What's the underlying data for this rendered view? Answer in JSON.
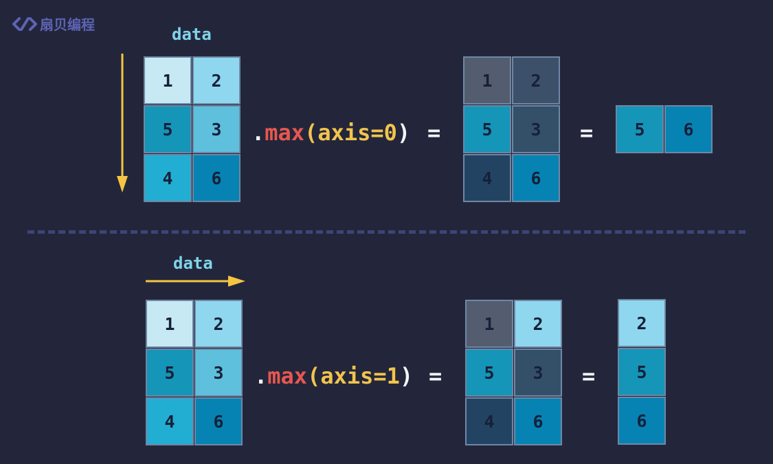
{
  "logo": {
    "text": "扇贝编程",
    "icon": "code-brackets-icon"
  },
  "colors": {
    "background": "#23263a",
    "label": "#7fd4ea",
    "arrow": "#f5c542",
    "method": "#e7574f",
    "paren": "#f2c44d",
    "divider": "#3f4477"
  },
  "top": {
    "label": "data",
    "data_grid": [
      {
        "value": "1",
        "color": "#c6e9f4"
      },
      {
        "value": "2",
        "color": "#8fd7ee"
      },
      {
        "value": "5",
        "color": "#1595b7"
      },
      {
        "value": "3",
        "color": "#5ec0dc"
      },
      {
        "value": "4",
        "color": "#22aed3"
      },
      {
        "value": "6",
        "color": "#0783b3"
      }
    ],
    "expr": {
      "dot": ".",
      "method": "max",
      "open": "(",
      "args": "axis=0",
      "close": ")"
    },
    "eq1": "=",
    "mid_grid": [
      {
        "value": "1",
        "color": "#535d6f"
      },
      {
        "value": "2",
        "color": "#3c506a"
      },
      {
        "value": "5",
        "color": "#1595b7"
      },
      {
        "value": "3",
        "color": "#345068"
      },
      {
        "value": "4",
        "color": "#224462"
      },
      {
        "value": "6",
        "color": "#0783b3"
      }
    ],
    "eq2": "=",
    "result": [
      {
        "value": "5",
        "color": "#1595b7"
      },
      {
        "value": "6",
        "color": "#0783b3"
      }
    ]
  },
  "bottom": {
    "label": "data",
    "data_grid": [
      {
        "value": "1",
        "color": "#c6e9f4"
      },
      {
        "value": "2",
        "color": "#8fd7ee"
      },
      {
        "value": "5",
        "color": "#1595b7"
      },
      {
        "value": "3",
        "color": "#5ec0dc"
      },
      {
        "value": "4",
        "color": "#22aed3"
      },
      {
        "value": "6",
        "color": "#0783b3"
      }
    ],
    "expr": {
      "dot": ".",
      "method": "max",
      "open": "(",
      "args": "axis=1",
      "close": ")"
    },
    "eq1": "=",
    "mid_grid": [
      {
        "value": "1",
        "color": "#535d6f"
      },
      {
        "value": "2",
        "color": "#8fd7ee"
      },
      {
        "value": "5",
        "color": "#1595b7"
      },
      {
        "value": "3",
        "color": "#345068"
      },
      {
        "value": "4",
        "color": "#224462"
      },
      {
        "value": "6",
        "color": "#0783b3"
      }
    ],
    "eq2": "=",
    "result": [
      {
        "value": "2",
        "color": "#8fd7ee"
      },
      {
        "value": "5",
        "color": "#1595b7"
      },
      {
        "value": "6",
        "color": "#0783b3"
      }
    ]
  }
}
